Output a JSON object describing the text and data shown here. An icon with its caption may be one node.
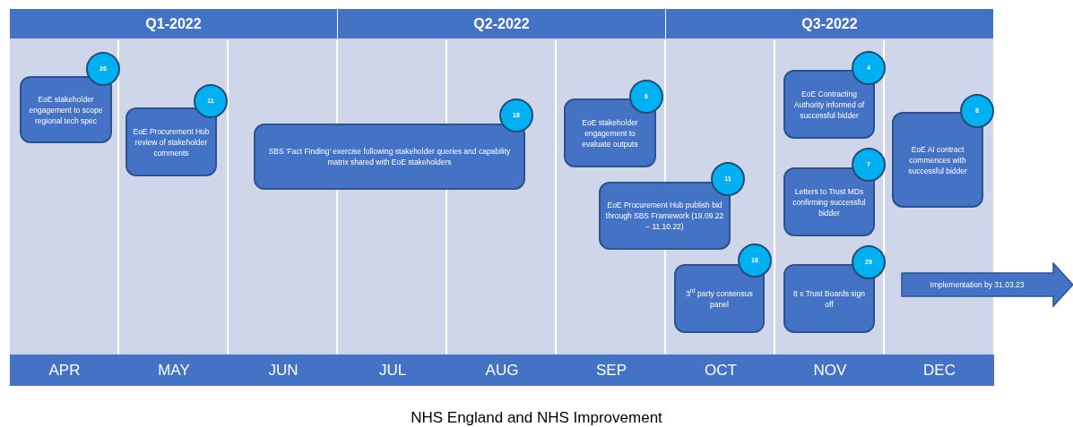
{
  "diagram": {
    "caption": "NHS England and NHS Improvement",
    "nodes": [
      {
        "text": [
          "Q1-2022"
        ]
      },
      {
        "text": [
          "Q2-2022"
        ]
      },
      {
        "text": [
          "Q3-2022"
        ]
      },
      {
        "text": [
          "EoE stakeholder engagement to scope regional tech spec"
        ]
      },
      {
        "text": [
          "26"
        ]
      },
      {
        "text": [
          "EoE Procurement Hub review of stakeholder comments"
        ]
      },
      {
        "text": [
          "11"
        ]
      },
      {
        "text": [
          "SBS 'Fact Finding' exercise following stakeholder queries and capability matrix shared with EoE stakeholders"
        ]
      },
      {
        "text": [
          "18"
        ]
      },
      {
        "text": [
          "EoE stakeholder engagement to evaluate outputs"
        ]
      },
      {
        "text": [
          "6"
        ]
      },
      {
        "text": [
          "EoE Procurement Hub publish bid through SBS Framework (19.09.22 – 11.10.22)"
        ]
      },
      {
        "text": [
          "11"
        ]
      },
      {
        "text": [
          "3$^{rd}$ party consensus panel"
        ]
      },
      {
        "text": [
          "18"
        ]
      },
      {
        "text": [
          "EoE Contracting Authority informed of successful bidder"
        ]
      },
      {
        "text": [
          "4"
        ]
      },
      {
        "text": [
          "Letters to Trust MDs confirming successful bidder"
        ]
      },
      {
        "text": [
          "7"
        ]
      },
      {
        "text": [
          "8 x Trust Boards sign off"
        ]
      },
      {
        "text": [
          "29"
        ]
      },
      {
        "text": [
          "EoE AI contract commences with successful bidder"
        ]
      },
      {
        "text": [
          "8"
        ]
      },
      {
        "text": [
          "Implementation by 31.03.23"
        ]
      },
      {
        "text": [
          "APR"
        ]
      },
      {
        "text": [
          "MAY"
        ]
      },
      {
        "text": [
          "JUN"
        ]
      },
      {
        "text": [
          "JUL"
        ]
      },
      {
        "text": [
          "AUG"
        ]
      },
      {
        "text": [
          "SEP"
        ]
      },
      {
        "text": [
          "OCT"
        ]
      },
      {
        "text": [
          "NOV"
        ]
      },
      {
        "text": [
          "DEC"
        ]
      }
    ]
  }
}
